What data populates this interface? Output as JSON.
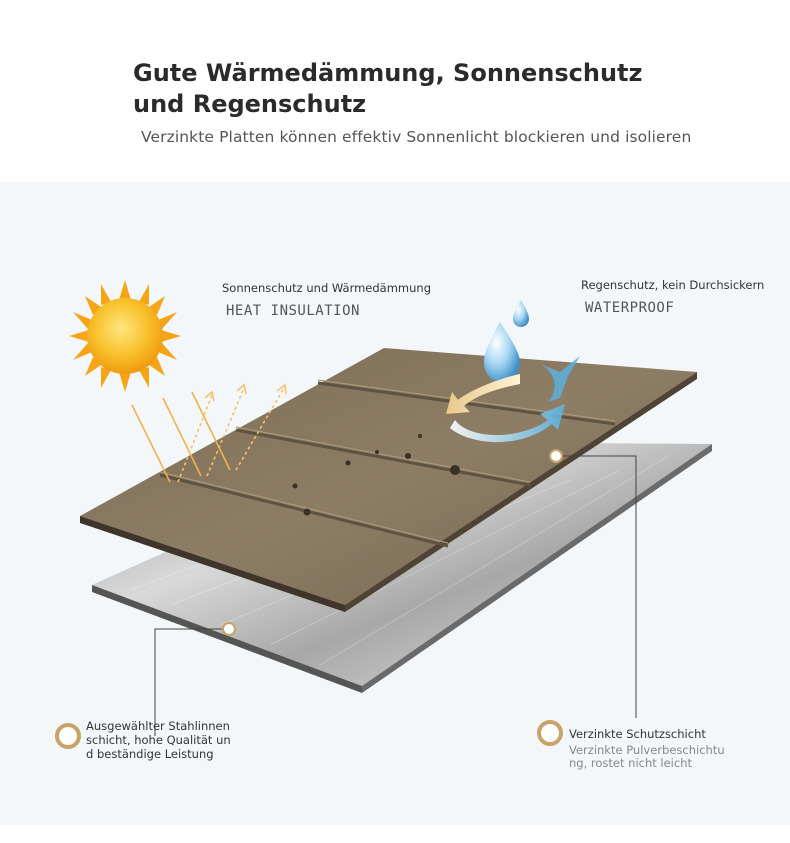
{
  "header": {
    "title_line1": "Gute Wärmedämmung, Sonnenschutz",
    "title_line2": "und Regenschutz",
    "subtitle": "Verzinkte Platten können effektiv Sonnenlicht blockieren und isolieren"
  },
  "labels": {
    "heat_cn": "Sonnenschutz und Wärmedämmung",
    "heat_en": "HEAT INSULATION",
    "water_cn": "Regenschutz, kein Durchsickern",
    "water_en": "WATERPROOF"
  },
  "notes": {
    "left": "Ausgewählter Stahlinnen schicht, hohe Qualität un d beständige Leistung",
    "right_title": "Verzinkte Schutzschicht",
    "right_sub": "Verzinkte Pulverbeschichtu ng, rostet nicht leicht"
  },
  "colors": {
    "sun": "#f5b21c",
    "top_panel": "#8b7a62",
    "steel": "#b5b5b5",
    "water": "#6fb6e0",
    "accent_ring": "#c9a46a"
  }
}
